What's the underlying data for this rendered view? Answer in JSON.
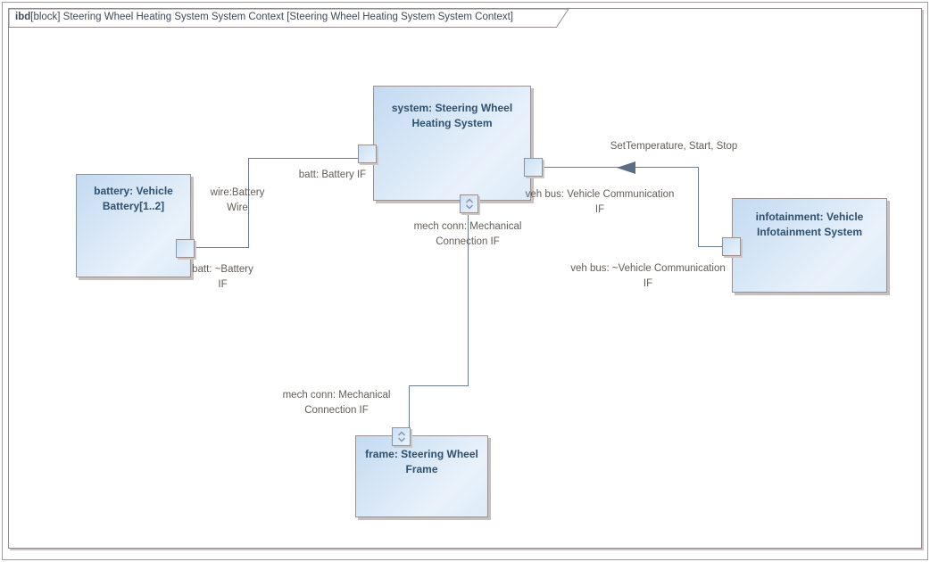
{
  "frame": {
    "keyword": "ibd",
    "rest": "[block] Steering Wheel Heating System System Context [Steering Wheel Heating System System Context]"
  },
  "blocks": {
    "system": {
      "line1": "system: Steering Wheel",
      "line2": "Heating System"
    },
    "battery": {
      "line1": "battery: Vehicle",
      "line2": "Battery[1..2]"
    },
    "infotainment": {
      "line1": "infotainment: Vehicle",
      "line2": "Infotainment System"
    },
    "frame_block": {
      "line1": "frame: Steering Wheel",
      "line2": "Frame"
    }
  },
  "labels": {
    "batt_if": {
      "line1": "batt: Battery IF"
    },
    "wire_battery": {
      "line1": "wire:Battery",
      "line2": "Wire"
    },
    "batt_tilde": {
      "line1": "batt: ~Battery",
      "line2": "IF"
    },
    "vehbus": {
      "line1": "veh bus: Vehicle Communication",
      "line2": "IF"
    },
    "settemp": {
      "line1": "SetTemperature, Start, Stop"
    },
    "vehbus_tilde": {
      "line1": "veh bus: ~Vehicle Communication",
      "line2": "IF"
    },
    "mech_upper": {
      "line1": "mech conn: Mechanical",
      "line2": "Connection IF"
    },
    "mech_lower": {
      "line1": "mech conn: Mechanical",
      "line2": "Connection IF"
    }
  },
  "icons": {
    "flow_port": "chevron-up-down",
    "item_flow_arrow": "triangle-left"
  },
  "colors": {
    "block_fill_start": "#c3daf1",
    "block_fill_end": "#e9f2fb",
    "block_border": "#9b9190",
    "block_title_text": "#2f506e",
    "connector_line": "#6d7d91",
    "arrow_fill": "#5a6e86",
    "label_text": "#625d57",
    "frame_border": "#94898b"
  }
}
